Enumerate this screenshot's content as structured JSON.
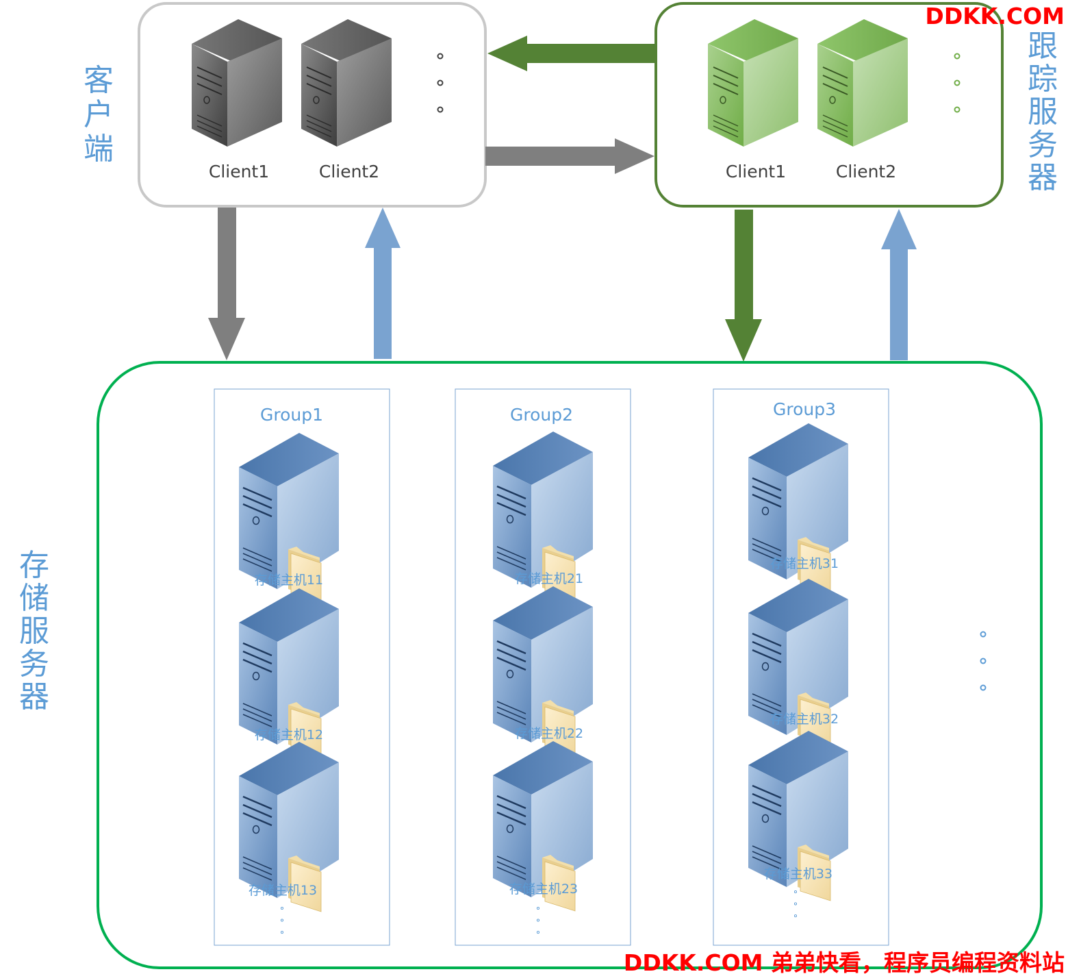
{
  "watermark_top": "DDKK.COM",
  "watermark_bottom": "DDKK.COM 弟弟快看，程序员编程资料站",
  "client_box": {
    "label": "客户端",
    "servers": [
      "Client1",
      "Client2"
    ],
    "border_color": "#c8c8c8"
  },
  "tracker_box": {
    "label": "跟踪服务器",
    "servers": [
      "Client1",
      "Client2"
    ],
    "border_color": "#548235"
  },
  "storage_box": {
    "label": "存储服务器",
    "border_color": "#00b050",
    "groups": [
      {
        "title": "Group1",
        "hosts": [
          "存储主机11",
          "存储主机12",
          "存储主机13"
        ]
      },
      {
        "title": "Group2",
        "hosts": [
          "存储主机21",
          "存储主机22",
          "存储主机23"
        ]
      },
      {
        "title": "Group3",
        "hosts": [
          "存储主机31",
          "存储主机32",
          "存储主机33"
        ]
      }
    ]
  },
  "colors": {
    "gray_arrow": "#7f7f7f",
    "green_arrow": "#548235",
    "blue_arrow": "#7aa3d0",
    "label_blue": "#5b9bd5"
  }
}
